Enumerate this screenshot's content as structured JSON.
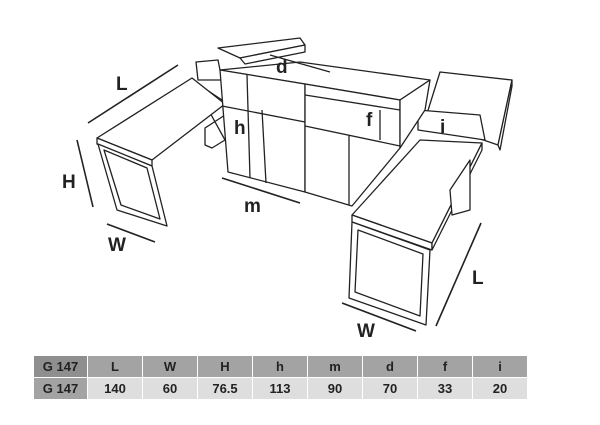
{
  "labels": {
    "L_left": "L",
    "H": "H",
    "W_left": "W",
    "d": "d",
    "h": "h",
    "f": "f",
    "i": "i",
    "m": "m",
    "L_right": "L",
    "W_right": "W"
  },
  "table": {
    "headers": [
      "G 147",
      "L",
      "W",
      "H",
      "h",
      "m",
      "d",
      "f",
      "i"
    ],
    "values": [
      "G 147",
      "140",
      "60",
      "76.5",
      "113",
      "90",
      "70",
      "33",
      "20"
    ]
  }
}
